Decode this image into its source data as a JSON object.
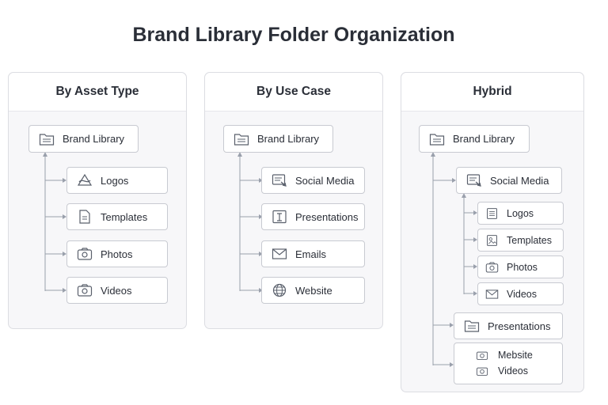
{
  "title": "Brand Library Folder Organization",
  "panels": [
    {
      "heading": "By Asset Type",
      "root": {
        "label": "Brand Library",
        "icon": "folder-icon"
      },
      "children": [
        {
          "label": "Logos",
          "icon": "logo-icon"
        },
        {
          "label": "Templates",
          "icon": "document-icon"
        },
        {
          "label": "Photos",
          "icon": "camera-icon"
        },
        {
          "label": "Videos",
          "icon": "camera-icon"
        }
      ]
    },
    {
      "heading": "By Use Case",
      "root": {
        "label": "Brand Library",
        "icon": "folder-icon"
      },
      "children": [
        {
          "label": "Social Media",
          "icon": "social-media-icon"
        },
        {
          "label": "Presentations",
          "icon": "presentation-icon"
        },
        {
          "label": "Emails",
          "icon": "mail-icon"
        },
        {
          "label": "Website",
          "icon": "globe-icon"
        }
      ]
    },
    {
      "heading": "Hybrid",
      "root": {
        "label": "Brand Library",
        "icon": "folder-icon"
      },
      "social": {
        "label": "Social Media",
        "icon": "social-media-icon"
      },
      "social_children": [
        {
          "label": "Logos",
          "icon": "document-icon"
        },
        {
          "label": "Templates",
          "icon": "template-icon"
        },
        {
          "label": "Photos",
          "icon": "camera-icon"
        },
        {
          "label": "Videos",
          "icon": "mail-icon"
        }
      ],
      "presentations": {
        "label": "Presentations",
        "icon": "folder-icon"
      },
      "stack": [
        {
          "label": "Mebsite",
          "icon": "camera-icon"
        },
        {
          "label": "Videos",
          "icon": "camera-icon"
        }
      ]
    }
  ],
  "colors": {
    "line": "#9aa0ac",
    "border": "#c8cad1",
    "icon": "#5a606c"
  }
}
